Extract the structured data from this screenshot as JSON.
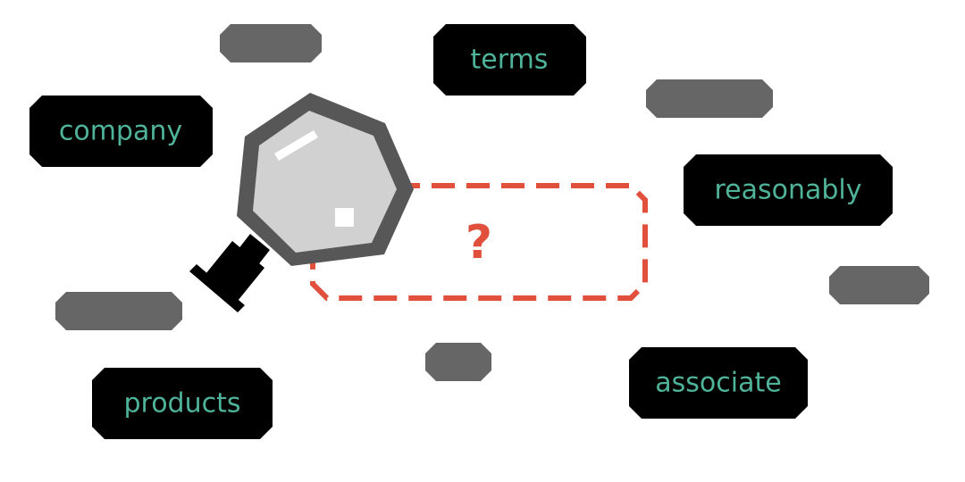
{
  "words": [
    {
      "id": "company",
      "label": "company"
    },
    {
      "id": "terms",
      "label": "terms"
    },
    {
      "id": "reasonably",
      "label": "reasonably"
    },
    {
      "id": "associate",
      "label": "associate"
    },
    {
      "id": "products",
      "label": "products"
    }
  ],
  "unknown_word": {
    "label": "?"
  },
  "colors": {
    "word_box": "#000000",
    "word_text": "#4fb39a",
    "placeholder_box": "#666666",
    "unknown_outline": "#e0503c",
    "magnifier_frame": "#575757",
    "magnifier_lens": "#d1d1d1",
    "magnifier_glint": "#ffffff",
    "magnifier_handle": "#000000"
  }
}
